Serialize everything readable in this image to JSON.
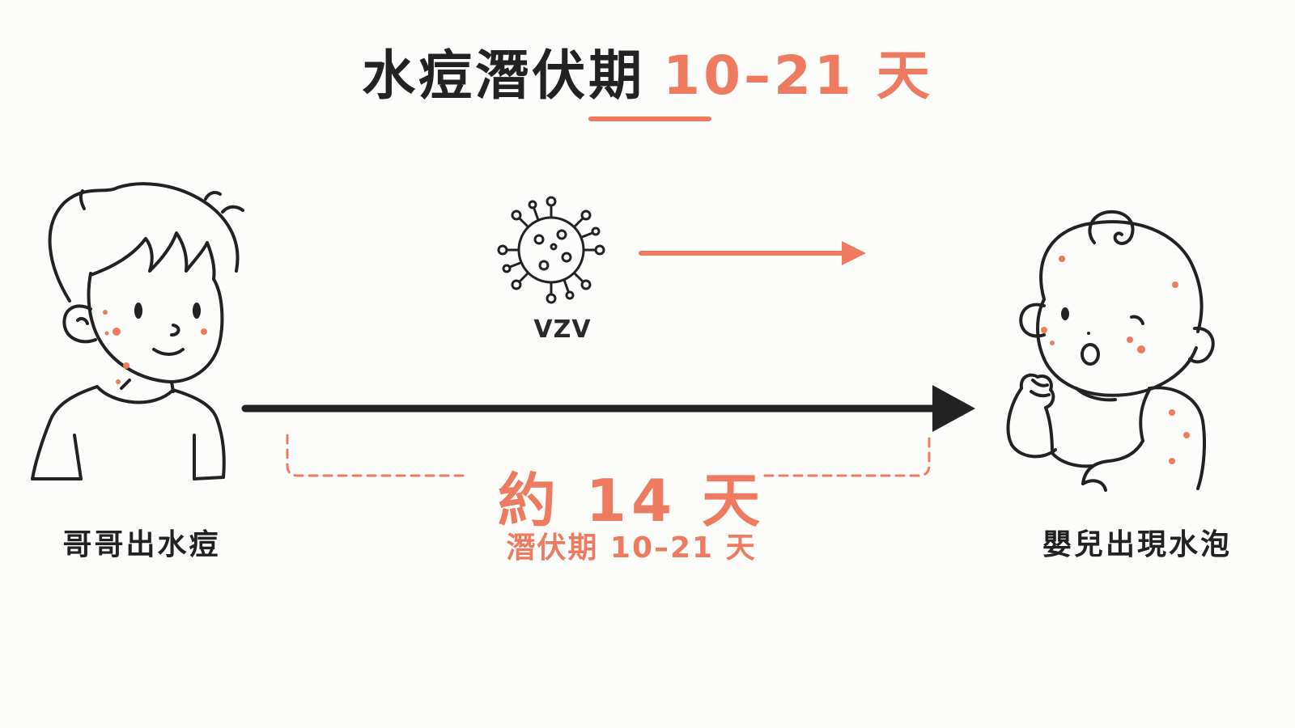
{
  "title": {
    "main": "水痘潛伏期",
    "accent": "10–21 天"
  },
  "source_label": "哥哥出水痘",
  "target_label": "嬰兒出現水泡",
  "virus_label": "VZV",
  "duration": {
    "main": "約 14 天",
    "sub": "潛伏期 10–21 天"
  },
  "colors": {
    "accent": "#ee7a60",
    "ink": "#222222",
    "background": "#fcfcfb"
  },
  "icons": [
    "boy-illustration",
    "virus-icon",
    "transmission-arrow",
    "baby-illustration"
  ]
}
